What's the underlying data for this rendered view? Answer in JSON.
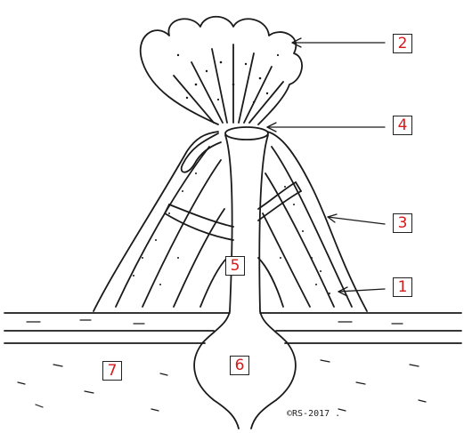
{
  "labels": [
    {
      "id": "label-1",
      "text": "1"
    },
    {
      "id": "label-2",
      "text": "2"
    },
    {
      "id": "label-3",
      "text": "3"
    },
    {
      "id": "label-4",
      "text": "4"
    },
    {
      "id": "label-5",
      "text": "5"
    },
    {
      "id": "label-6",
      "text": "6"
    },
    {
      "id": "label-7",
      "text": "7"
    }
  ],
  "copyright": "©RS-2017 .",
  "colors": {
    "ink": "#1a1a1a",
    "label_text": "#d41a1a",
    "background": "#ffffff"
  }
}
